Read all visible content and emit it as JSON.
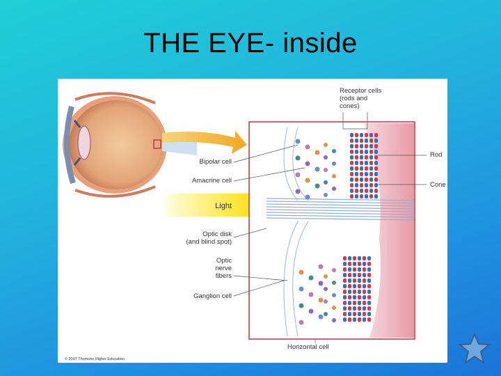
{
  "slide": {
    "title": "THE EYE- inside"
  },
  "figure": {
    "labels": {
      "receptor_cells": "Receptor cells\n(rods and\ncones)",
      "rod": "Rod",
      "cone": "Cone",
      "bipolar_cell": "Bipolar cell",
      "amacrine_cell": "Amacrine cell",
      "light": "Light",
      "optic_disk": "Optic disk\n(and blind spot)",
      "optic_nerve_fibers": "Optic\nnerve\nfibers",
      "ganglion_cell": "Ganglion cell",
      "horizontal_cell": "Horizontal cell"
    },
    "copyright": "© 2007 Thomson Higher Education"
  },
  "colors": {
    "background_start": "#1fcfd6",
    "background_end": "#1c74d8",
    "rod": "#d23a4a",
    "cone": "#2f6fc4",
    "arrow": "#f0b020",
    "frame": "#c0303a",
    "star": "#6fa8dc"
  },
  "icons": {
    "nav": "star-icon"
  }
}
